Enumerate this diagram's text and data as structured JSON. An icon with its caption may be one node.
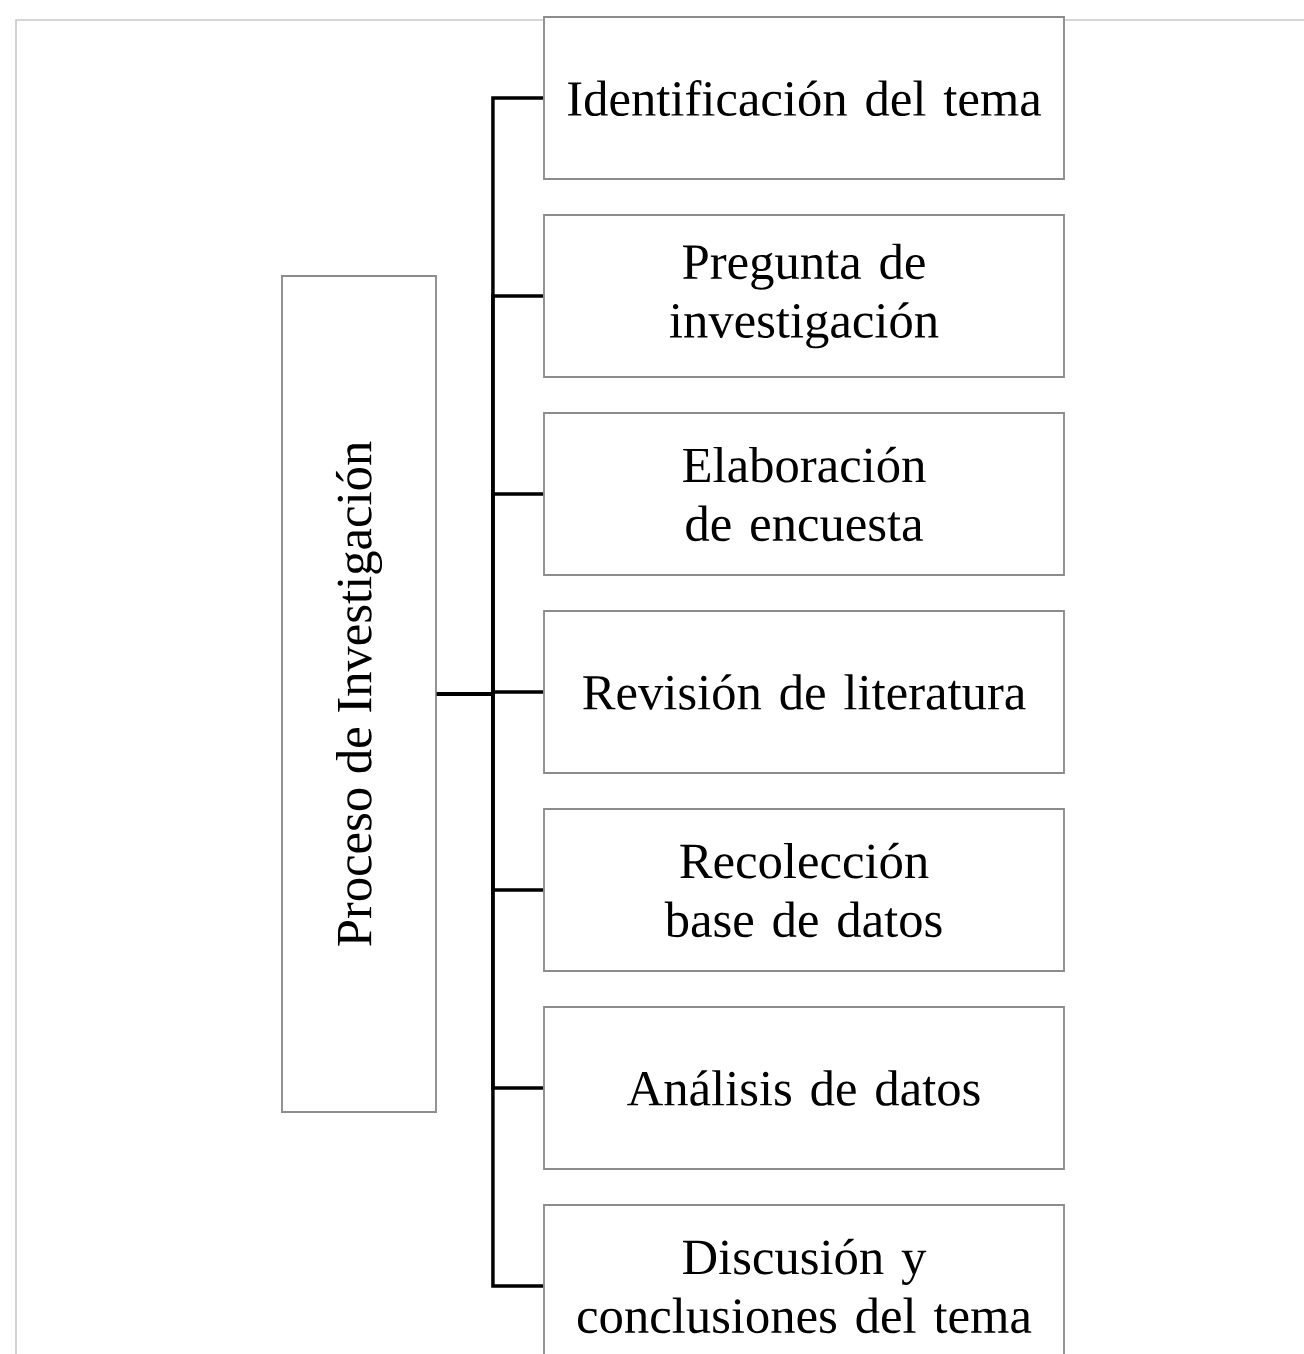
{
  "diagram": {
    "nodes": [
      {
        "text": [
          "Proceso de Investigación"
        ]
      },
      {
        "text": [
          "Identificación del tema"
        ]
      },
      {
        "text": [
          "Pregunta de investigación"
        ]
      },
      {
        "text": [
          "Elaboración de encuesta"
        ]
      },
      {
        "text": [
          "Revisión de literatura"
        ]
      },
      {
        "text": [
          "Recolección base de datos"
        ]
      },
      {
        "text": [
          "Análisis de datos"
        ]
      },
      {
        "text": [
          "Discusión y conclusiones del tema"
        ]
      }
    ],
    "edges": [
      {
        "from": 0,
        "to": 1,
        "arrow": "none"
      },
      {
        "from": 0,
        "to": 2,
        "arrow": "none"
      },
      {
        "from": 0,
        "to": 3,
        "arrow": "none"
      },
      {
        "from": 0,
        "to": 4,
        "arrow": "none"
      },
      {
        "from": 0,
        "to": 5,
        "arrow": "none"
      },
      {
        "from": 0,
        "to": 6,
        "arrow": "none"
      },
      {
        "from": 0,
        "to": 7,
        "arrow": "none"
      }
    ]
  }
}
